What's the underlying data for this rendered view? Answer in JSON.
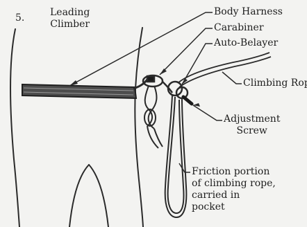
{
  "figure_number": "5.",
  "title_lines": [
    "Leading",
    "Climber"
  ],
  "labels": {
    "body_harness": "Body Harness",
    "carabiner": "Carabiner",
    "auto_belayer": "Auto-Belayer",
    "climbing_rope": "Climbing Rope",
    "adjustment_screw": [
      "Adjustment",
      "Screw"
    ],
    "friction_portion": [
      "Friction portion",
      "of climbing rope,",
      "carried in",
      "pocket"
    ]
  }
}
